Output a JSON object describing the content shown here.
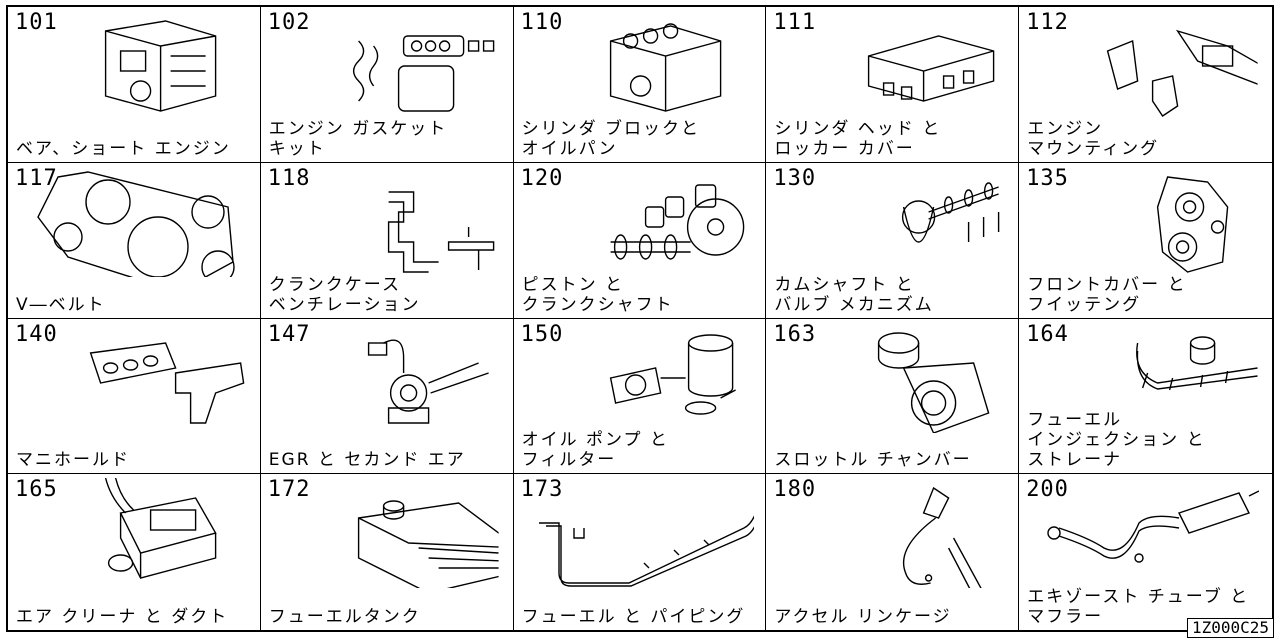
{
  "cells": [
    {
      "code": "101",
      "label": "ベア、ショート エンジン",
      "icon": "engine-block-icon"
    },
    {
      "code": "102",
      "label": "エンジン ガスケット\nキット",
      "icon": "gasket-kit-icon"
    },
    {
      "code": "110",
      "label": "シリンダ ブロックと\nオイルパン",
      "icon": "cylinder-block-icon"
    },
    {
      "code": "111",
      "label": "シリンダ ヘッド と\nロッカー カバー",
      "icon": "cylinder-head-icon"
    },
    {
      "code": "112",
      "label": "エンジン\nマウンティング",
      "icon": "engine-mount-icon"
    },
    {
      "code": "117",
      "label": "V―ベルト",
      "icon": "v-belt-icon"
    },
    {
      "code": "118",
      "label": "クランクケース\nベンチレーション",
      "icon": "crankcase-hose-icon"
    },
    {
      "code": "120",
      "label": "ピストン と\nクランクシャフト",
      "icon": "piston-crankshaft-icon"
    },
    {
      "code": "130",
      "label": "カムシャフト と\nバルブ メカニズム",
      "icon": "camshaft-icon"
    },
    {
      "code": "135",
      "label": "フロントカバー と\nフイッテング",
      "icon": "front-cover-icon"
    },
    {
      "code": "140",
      "label": "マニホールド",
      "icon": "manifold-icon"
    },
    {
      "code": "147",
      "label": "EGR と セカンド エア",
      "icon": "egr-valve-icon"
    },
    {
      "code": "150",
      "label": "オイル ポンプ と\nフィルター",
      "icon": "oil-pump-filter-icon"
    },
    {
      "code": "163",
      "label": "スロットル チャンバー",
      "icon": "throttle-chamber-icon"
    },
    {
      "code": "164",
      "label": "フューエル\nインジェクション と\nストレーナ",
      "icon": "fuel-injection-icon"
    },
    {
      "code": "165",
      "label": "エア クリーナ と ダクト",
      "icon": "air-cleaner-icon"
    },
    {
      "code": "172",
      "label": "フューエルタンク",
      "icon": "fuel-tank-icon"
    },
    {
      "code": "173",
      "label": "フューエル と パイピング",
      "icon": "fuel-piping-icon"
    },
    {
      "code": "180",
      "label": "アクセル リンケージ",
      "icon": "accel-linkage-icon"
    },
    {
      "code": "200",
      "label": "エキゾースト チューブ と\nマフラー",
      "icon": "exhaust-muffler-icon"
    }
  ],
  "reference_code": "1Z000C25"
}
